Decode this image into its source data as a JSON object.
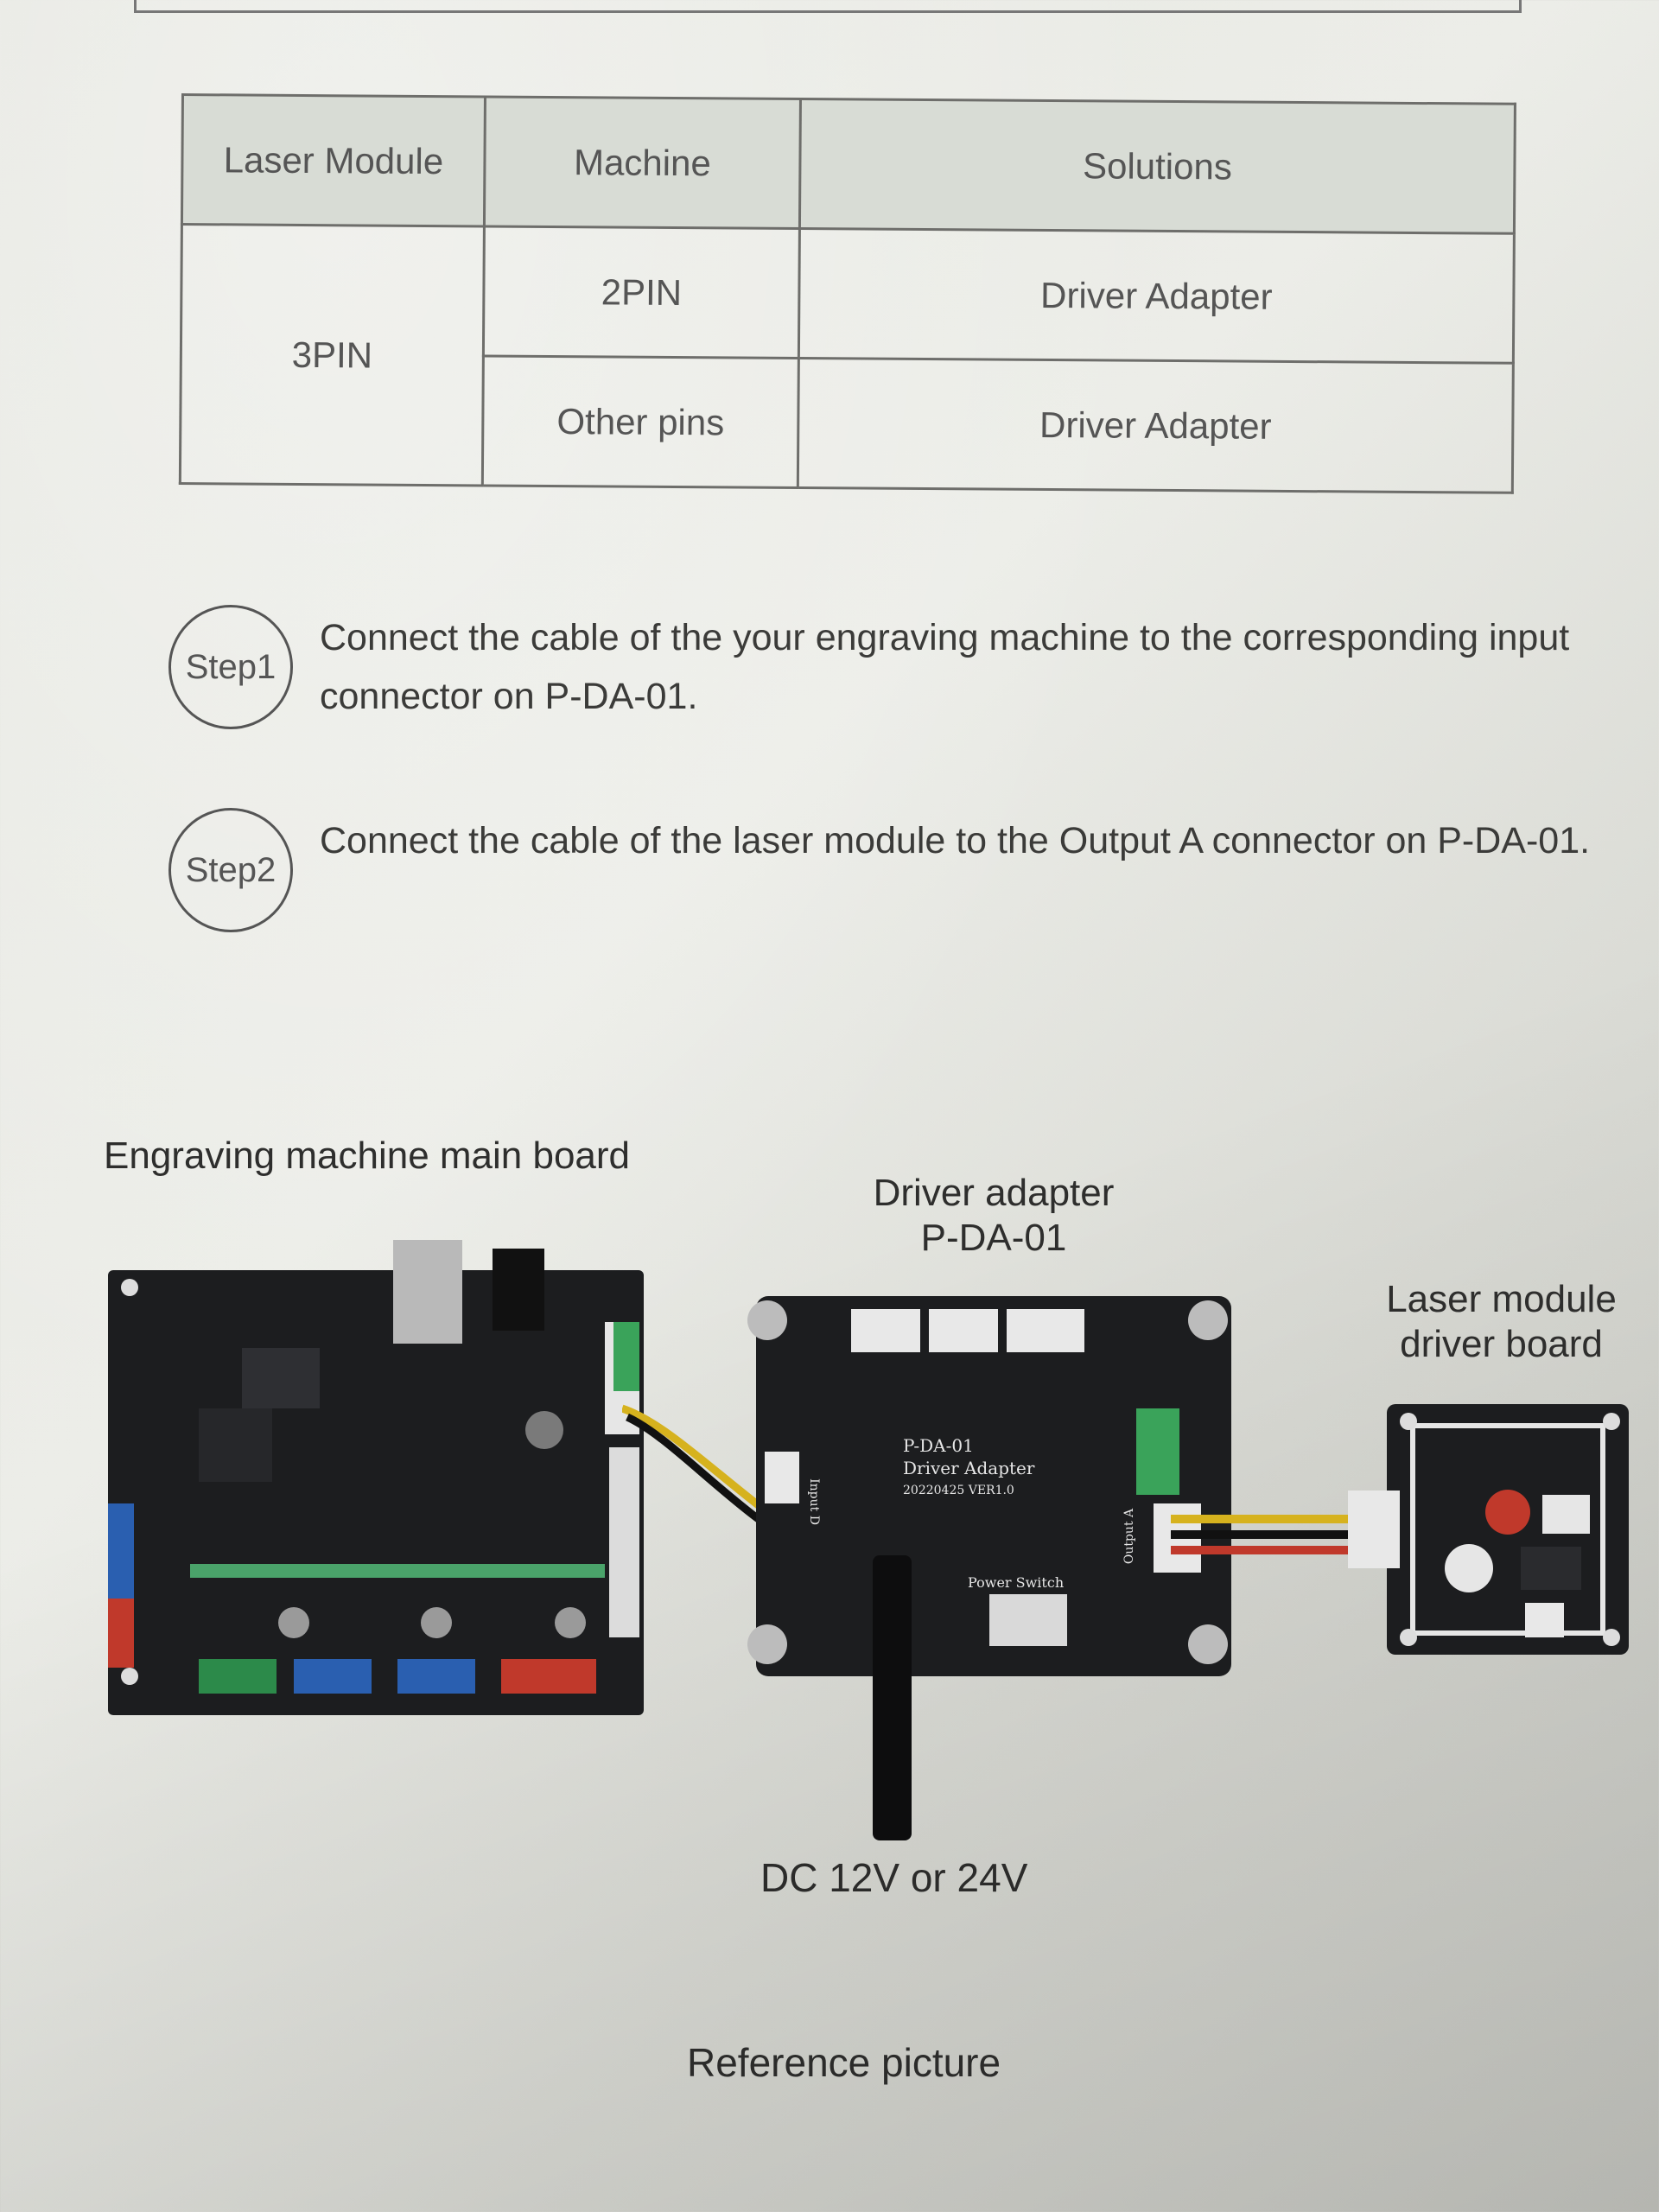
{
  "table": {
    "headers": [
      "Laser Module",
      "Machine",
      "Solutions"
    ],
    "rows": [
      {
        "module": "3PIN",
        "machine": "2PIN",
        "solution": "Driver Adapter"
      },
      {
        "machine": "Other pins",
        "solution": "Driver Adapter"
      }
    ]
  },
  "steps": [
    {
      "badge": "Step1",
      "text": "Connect the cable of the your engraving machine to the corresponding input connector on P-DA-01."
    },
    {
      "badge": "Step2",
      "text": "Connect the cable of the laser module to the Output A connector on P-DA-01."
    }
  ],
  "diagram": {
    "main_board_label": "Engraving machine main board",
    "adapter_label_line1": "Driver adapter",
    "adapter_label_line2": "P-DA-01",
    "laser_label_line1": "Laser module",
    "laser_label_line2": "driver board",
    "power_label": "DC 12V or 24V",
    "adapter_silk_line1": "P-DA-01",
    "adapter_silk_line2": "Driver Adapter",
    "adapter_silk_line3": "20220425 VER1.0",
    "adapter_silk_power": "Power Switch",
    "adapter_silk_output": "Output A",
    "adapter_silk_input": "Input D"
  },
  "footer": {
    "caption": "Reference picture"
  },
  "colors": {
    "board": "#1c1d1f",
    "wire_yellow": "#d6b21e",
    "wire_red": "#c0392b",
    "terminal_green": "#3aa35a"
  }
}
